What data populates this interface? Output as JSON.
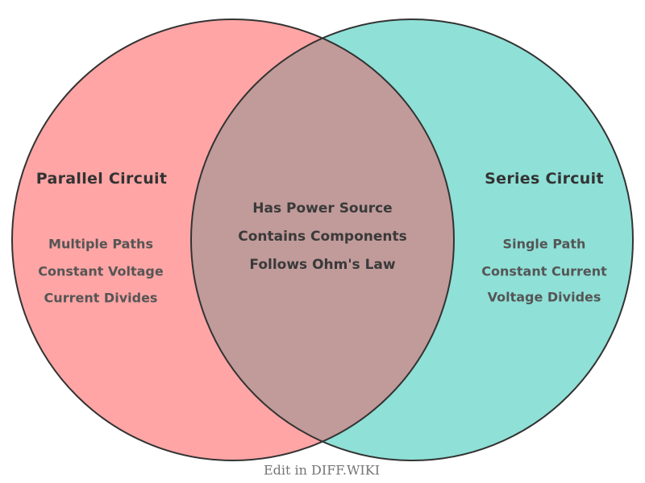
{
  "diagram": {
    "type": "venn",
    "left_set": {
      "title": "Parallel Circuit",
      "items": [
        "Multiple Paths",
        "Constant Voltage",
        "Current Divides"
      ],
      "fill_color": "#FFA5A5"
    },
    "right_set": {
      "title": "Series Circuit",
      "items": [
        "Single Path",
        "Constant Current",
        "Voltage Divides"
      ],
      "fill_color": "#8FE0D7"
    },
    "intersection": {
      "items": [
        "Has Power Source",
        "Contains Components",
        "Follows Ohm's Law"
      ],
      "fill_color": "#C19A9A"
    },
    "outline_color": "#333333",
    "title_text_color": "#333333",
    "item_text_color": "#555555",
    "footer": {
      "label": "Edit in DIFF.WIKI",
      "text_color": "#757575"
    }
  }
}
